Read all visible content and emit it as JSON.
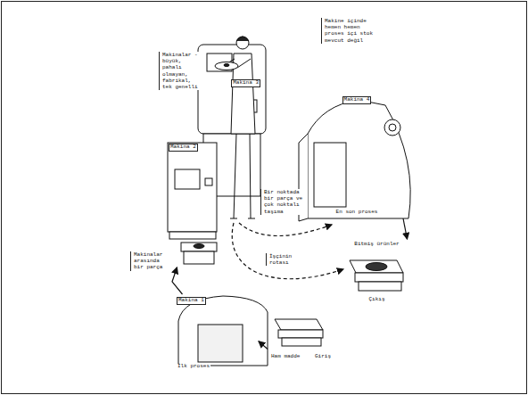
{
  "diagram": {
    "nodes": [
      {
        "text": [
          "Makina 1",
          "İlk proses"
        ]
      },
      {
        "text": [
          "Makina 2"
        ]
      },
      {
        "text": [
          "Makina 3"
        ]
      },
      {
        "text": [
          "Makina 4",
          "En son proses"
        ]
      },
      {
        "text": [
          "Ham madde",
          "Giriş"
        ]
      },
      {
        "text": [
          "Bitmiş ürünler",
          "Çıkış"
        ]
      }
    ],
    "edges": [
      {
        "from": 4,
        "to": 0,
        "arrow": "to"
      },
      {
        "from": 0,
        "to": 1,
        "arrow": "to"
      },
      {
        "from": 3,
        "to": 5,
        "arrow": "to"
      }
    ],
    "labels": [
      "Makinalar - büyük, pahalı olmayan, fabrikal, tek genelli",
      "Makine içinde hemen hemen proses içi stok mevcut değil",
      "Bir noktada bir parça ve çok noktalı taşıma",
      "Makinalar arasında bir parça",
      "İşçinin rotası"
    ]
  }
}
